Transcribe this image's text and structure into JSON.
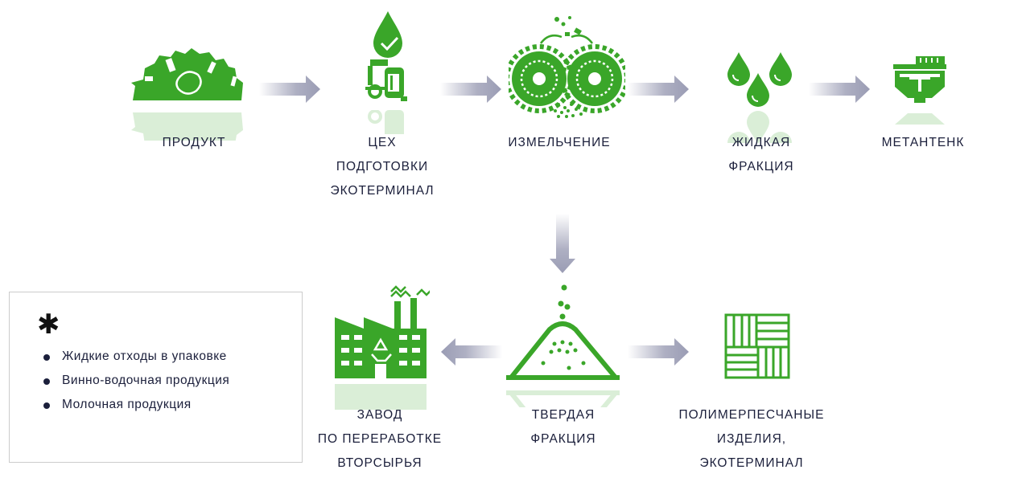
{
  "colors": {
    "green": "#3aa629",
    "dark_green": "#2c8c1f",
    "arrow": "#9a9cb4",
    "text": "#1b1f3b"
  },
  "nodes": {
    "product": {
      "icon": "garbage-pile-icon",
      "lines": [
        "ПРОДУКТ"
      ]
    },
    "prep_shop": {
      "icon": "tank-with-drop-icon",
      "lines": [
        "ЦЕХ",
        "ПОДГОТОВКИ",
        "ЭКОТЕРМИНАЛ"
      ]
    },
    "shredding": {
      "icon": "shredder-gears-icon",
      "lines": [
        "ИЗМЕЛЬЧЕНИЕ"
      ]
    },
    "liquid": {
      "icon": "drops-icon",
      "lines": [
        "ЖИДКАЯ",
        "ФРАКЦИЯ"
      ]
    },
    "digester": {
      "icon": "methane-tank-icon",
      "lines": [
        "МЕТАНТЕНК"
      ]
    },
    "solid": {
      "icon": "solid-pile-icon",
      "lines": [
        "ТВЕРДАЯ",
        "ФРАКЦИЯ"
      ]
    },
    "plant": {
      "icon": "recycling-plant-icon",
      "lines": [
        "ЗАВОД",
        "ПО ПЕРЕРАБОТКЕ",
        "ВТОРСЫРЬЯ"
      ]
    },
    "products": {
      "icon": "paving-tiles-icon",
      "lines": [
        "ПОЛИМЕРПЕСЧАНЫЕ",
        "ИЗДЕЛИЯ,",
        "ЭКОТЕРМИНАЛ"
      ]
    }
  },
  "legend": {
    "marker": "✱",
    "items": [
      "Жидкие отходы в упаковке",
      "Винно-водочная продукция",
      "Молочная продукция"
    ]
  }
}
